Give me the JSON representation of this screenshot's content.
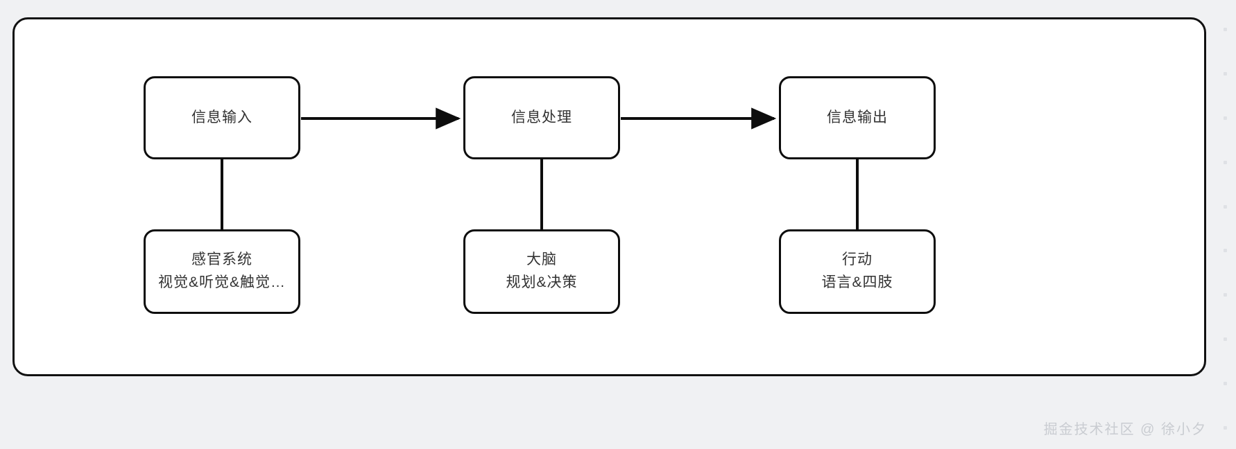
{
  "canvas": {
    "background_color": "#f0f1f3",
    "card_background": "#ffffff",
    "border_color": "#111111"
  },
  "diagram": {
    "type": "flowchart",
    "orientation": "left-to-right",
    "stroke_color": "#0d0d0d",
    "text_color": "#333333",
    "stages": [
      {
        "id": "input",
        "top_label": "信息输入",
        "detail_title": "感官系统",
        "detail_subtitle": "视觉&听觉&触觉…"
      },
      {
        "id": "process",
        "top_label": "信息处理",
        "detail_title": "大脑",
        "detail_subtitle": "规划&决策"
      },
      {
        "id": "output",
        "top_label": "信息输出",
        "detail_title": "行动",
        "detail_subtitle": "语言&四肢"
      }
    ],
    "arrows": [
      {
        "from": "input",
        "to": "process",
        "style": "solid-arrow"
      },
      {
        "from": "process",
        "to": "output",
        "style": "solid-arrow"
      }
    ],
    "connectors": [
      {
        "from": "input",
        "to": "input-detail",
        "style": "solid-line"
      },
      {
        "from": "process",
        "to": "process-detail",
        "style": "solid-line"
      },
      {
        "from": "output",
        "to": "output-detail",
        "style": "solid-line"
      }
    ]
  },
  "watermark": {
    "text": "掘金技术社区 @ 徐小夕",
    "color": "#c9ccd1"
  }
}
